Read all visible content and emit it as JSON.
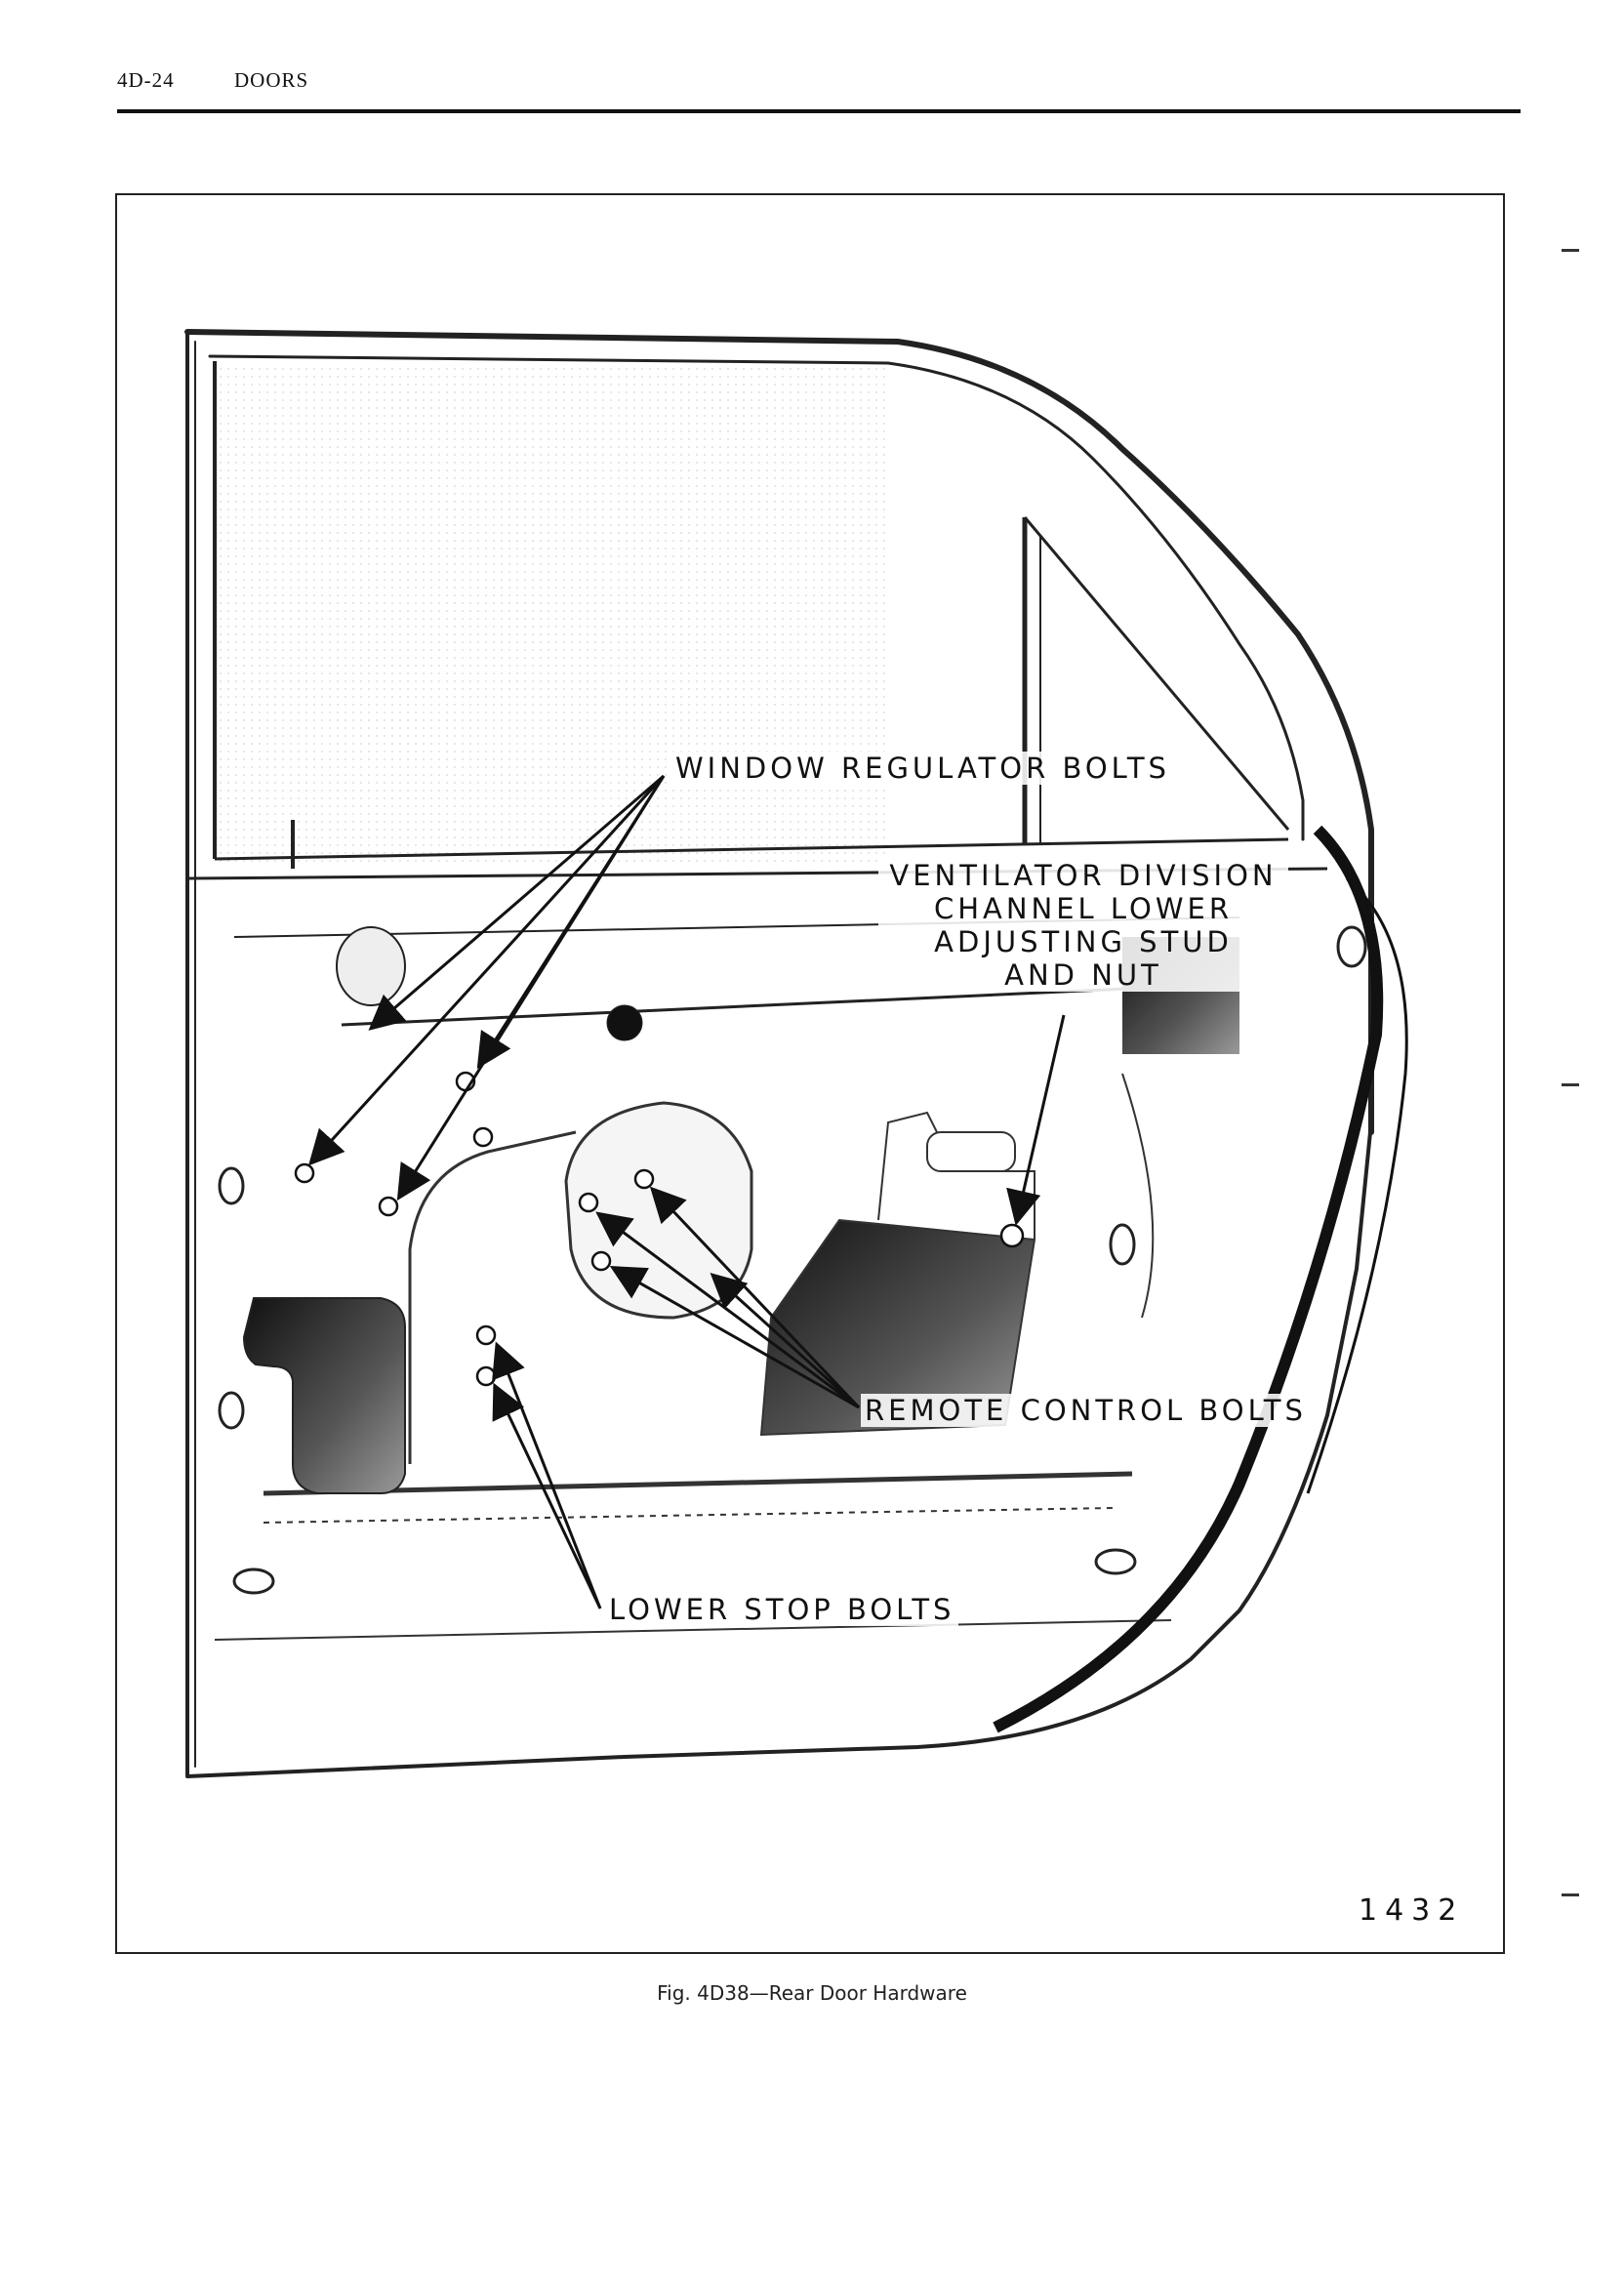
{
  "header": {
    "page_number": "4D-24",
    "section": "DOORS"
  },
  "figure": {
    "labels": {
      "window_regulator_bolts": "WINDOW REGULATOR BOLTS",
      "ventilator_line1": "VENTILATOR DIVISION",
      "ventilator_line2": "CHANNEL LOWER",
      "ventilator_line3": "ADJUSTING STUD",
      "ventilator_line4": "AND NUT",
      "remote_control_bolts": "REMOTE CONTROL BOLTS",
      "lower_stop_bolts": "LOWER STOP BOLTS"
    },
    "number": "1432",
    "caption": "Fig. 4D38—Rear Door Hardware"
  }
}
